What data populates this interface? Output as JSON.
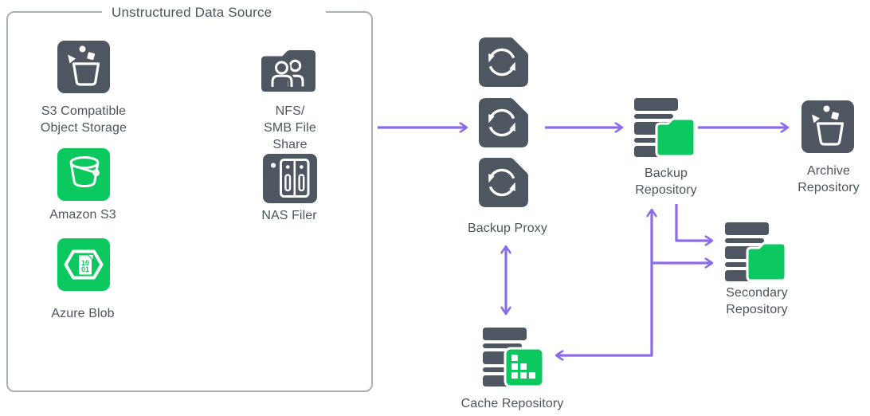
{
  "colors": {
    "slate": "#4D5661",
    "green": "#0BC95F",
    "purple": "#8A6BE8",
    "box_border": "#A9AFB6",
    "text": "#4A5560",
    "bg": "#FFFFFF"
  },
  "source_group": {
    "title": "Unstructured Data Source",
    "items": {
      "s3_compatible": {
        "label": "S3 Compatible\nObject Storage",
        "icon": "bucket-with-objects-icon"
      },
      "nfs_share": {
        "label": "NFS/\nSMB File Share",
        "icon": "folder-users-icon"
      },
      "amazon_s3": {
        "label": "Amazon S3",
        "icon": "s3-bucket-icon"
      },
      "nas_filer": {
        "label": "NAS Filer",
        "icon": "nas-device-icon"
      },
      "azure_blob": {
        "label": "Azure Blob",
        "icon": "hexagon-binary-doc-icon",
        "doc_line1": "10",
        "doc_line2": "01"
      }
    }
  },
  "nodes": {
    "backup_proxy": {
      "label": "Backup Proxy",
      "icon": "sync-arrows-icon",
      "count": 3
    },
    "backup_repository": {
      "label": "Backup\nRepository",
      "icon": "disk-stack-folder-icon"
    },
    "archive_repository": {
      "label": "Archive\nRepository",
      "icon": "bucket-with-objects-icon"
    },
    "secondary_repository": {
      "label": "Secondary\nRepository",
      "icon": "disk-stack-folder-icon"
    },
    "cache_repository": {
      "label": "Cache Repository",
      "icon": "disk-stack-blocks-icon"
    }
  },
  "connections": [
    {
      "from": "unstructured_data_source",
      "to": "backup_proxy",
      "style": "arrow-right"
    },
    {
      "from": "backup_proxy",
      "to": "backup_repository",
      "style": "arrow-right"
    },
    {
      "from": "backup_repository",
      "to": "archive_repository",
      "style": "arrow-right"
    },
    {
      "from": "backup_proxy",
      "to": "cache_repository",
      "style": "arrow-both-vertical"
    },
    {
      "from": "backup_repository",
      "to": "secondary_repository",
      "style": "elbow-arrow"
    },
    {
      "from": "cache_repository",
      "to": "backup_repository",
      "style": "multi-branch",
      "branches": [
        "backup_repository",
        "secondary_repository",
        "cache_repository"
      ]
    }
  ]
}
